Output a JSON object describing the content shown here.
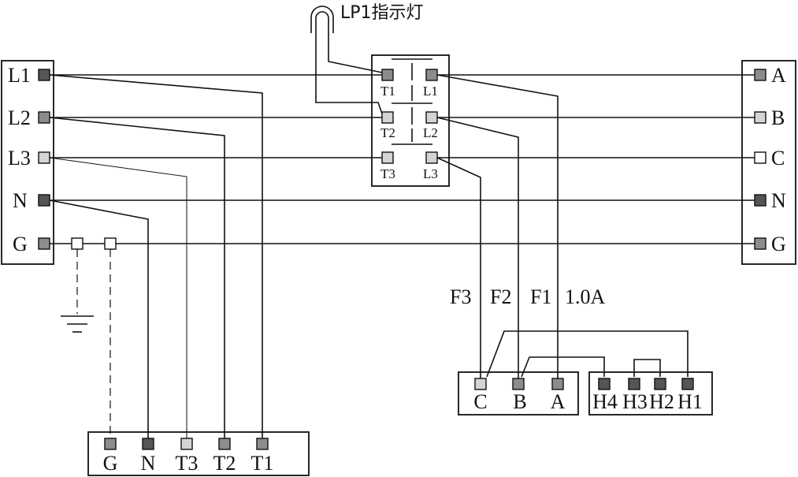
{
  "lamp": {
    "label": "LP1指示灯"
  },
  "left_block": {
    "terminals": [
      "L1",
      "L2",
      "L3",
      "N",
      "G"
    ]
  },
  "right_block": {
    "terminals": [
      "A",
      "B",
      "C",
      "N",
      "G"
    ]
  },
  "switch_block": {
    "terminals": [
      "T1",
      "L1",
      "T2",
      "L2",
      "T3",
      "L3"
    ]
  },
  "bottom_block": {
    "terminals": [
      "G",
      "N",
      "T3",
      "T2",
      "T1"
    ]
  },
  "fuse_block": {
    "terminals": [
      "C",
      "B",
      "A"
    ]
  },
  "heater_block": {
    "terminals": [
      "H4",
      "H3",
      "H2",
      "H1"
    ]
  },
  "fuses": {
    "f3": "F3",
    "f2": "F2",
    "f1": "F1",
    "rating": "1.0A"
  },
  "colors": {
    "dark": "#555555",
    "mid": "#8c8c8c",
    "light": "#d4d4d4",
    "line": "#111111"
  }
}
